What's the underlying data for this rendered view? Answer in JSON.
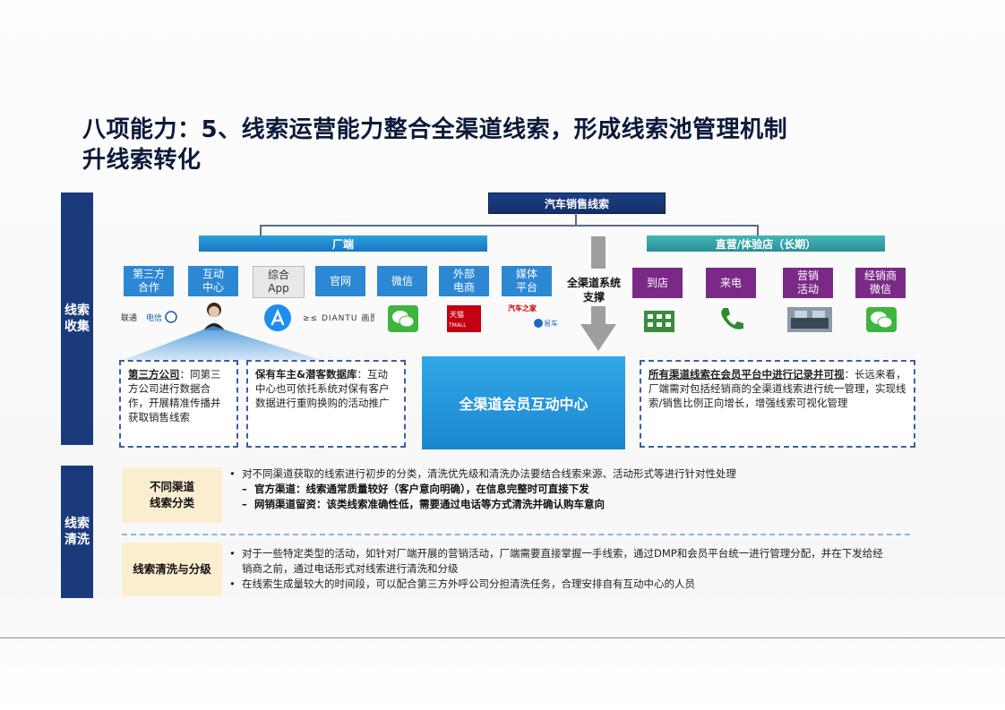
{
  "title": {
    "line1": "八项能力：5、线索运营能力整合全渠道线索，形成线索池管理机制",
    "line2": "升线索转化"
  },
  "top_box": "汽车销售线索",
  "bands": {
    "collect": "线索\n收集",
    "clean": "线索\n清洗"
  },
  "factory_bar": "厂端",
  "store_bar": "直营/体验店（长期）",
  "factory_channels": [
    {
      "label": "第三方\n合作",
      "logo": "运营商 · 中国电信"
    },
    {
      "label": "互动\n中心",
      "logo": "客服"
    },
    {
      "label": "综合\nApp",
      "logo": "App Store"
    },
    {
      "label": "官网",
      "logo": "DIANTU"
    },
    {
      "label": "微信",
      "logo": "微信"
    },
    {
      "label": "外部\n电商",
      "logo": "天猫 TMALL"
    },
    {
      "label": "媒体\n平台",
      "logo": "汽车之家 · 易车"
    }
  ],
  "store_channels": [
    {
      "label": "到店",
      "logo": "building"
    },
    {
      "label": "来电",
      "logo": "phone"
    },
    {
      "label": "营销\n活动",
      "logo": "event"
    },
    {
      "label": "经销商\n微信",
      "logo": "wechat"
    }
  ],
  "system_support": "全渠道系统\n支撑",
  "box_third_party": {
    "heading": "第三方公司",
    "body": "：同第三方公司进行数据合作，开展精准传播并获取销售线索"
  },
  "box_owner_db": {
    "heading": "保有车主&潜客数据库",
    "body": "：互动中心也可依托系统对保有客户数据进行重购换购的活动推广"
  },
  "center_box": "全渠道会员互动中心",
  "box_all_channels": {
    "heading": "所有渠道线索在会员平台中进行记录并可视",
    "body": "：长远来看，厂端需对包括经销商的全渠道线索进行统一管理，实现线索/销售比例正向增长，增强线索可视化管理"
  },
  "clean_section": {
    "cat1": "不同渠道\n线索分类",
    "cat1_bullets": {
      "b1": "对不同渠道获取的线索进行初步的分类，清洗优先级和清洗办法要结合线索来源、活动形式等进行针对性处理",
      "s1": "官方渠道：线索通常质量较好（客户意向明确），在信息完整时可直接下发",
      "s2": "网销渠道留资：该类线索准确性低，需要通过电话等方式清洗并确认购车意向"
    },
    "cat2": "线索清洗与分级",
    "cat2_bullets": {
      "b1": "对于一些特定类型的活动，如针对厂端开展的营销活动，厂端需要直接掌握一手线索，通过DMP和会员平台统一进行管理分配，并在下发给经销商之前，通过电话形式对线索进行清洗和分级",
      "b2": "在线索生成量较大的时间段，可以配合第三方外呼公司分担清洗任务，合理安排自有互动中心的人员"
    }
  }
}
